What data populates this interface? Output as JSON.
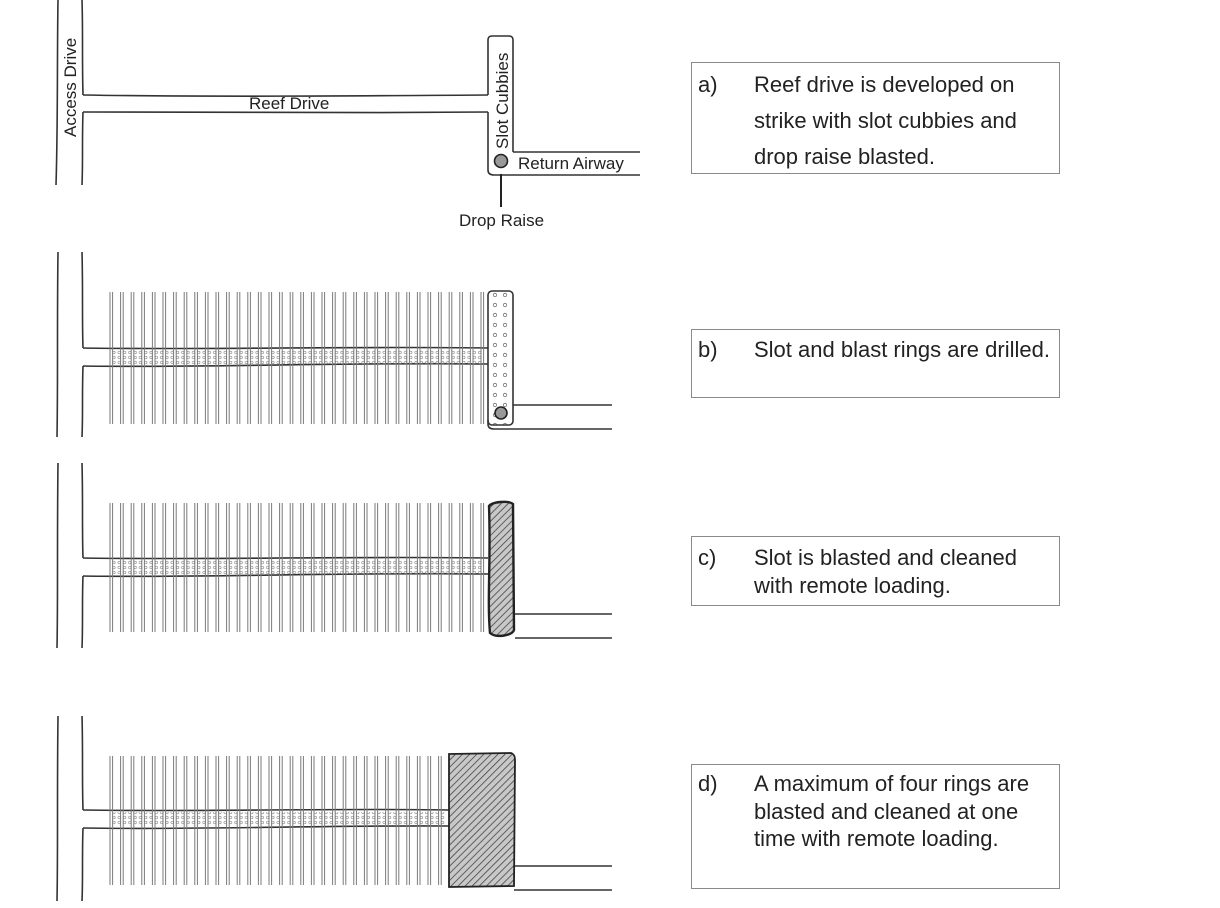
{
  "labels": {
    "access_drive": "Access Drive",
    "reef_drive": "Reef Drive",
    "slot_cubbies": "Slot Cubbies",
    "return_airway": "Return Airway",
    "drop_raise": "Drop Raise"
  },
  "steps": [
    {
      "letter": "a)",
      "text": "Reef drive is developed on strike with slot cubbies and drop raise blasted."
    },
    {
      "letter": "b)",
      "text": "Slot and blast rings are drilled."
    },
    {
      "letter": "c)",
      "text": "Slot is blasted and cleaned with remote loading."
    },
    {
      "letter": "d)",
      "text": "A maximum of four rings are blasted and cleaned at one time with remote loading."
    }
  ],
  "colors": {
    "line": "#333333",
    "ring": "#7a7a7a",
    "hatch_fill": "#9a9a9a"
  }
}
